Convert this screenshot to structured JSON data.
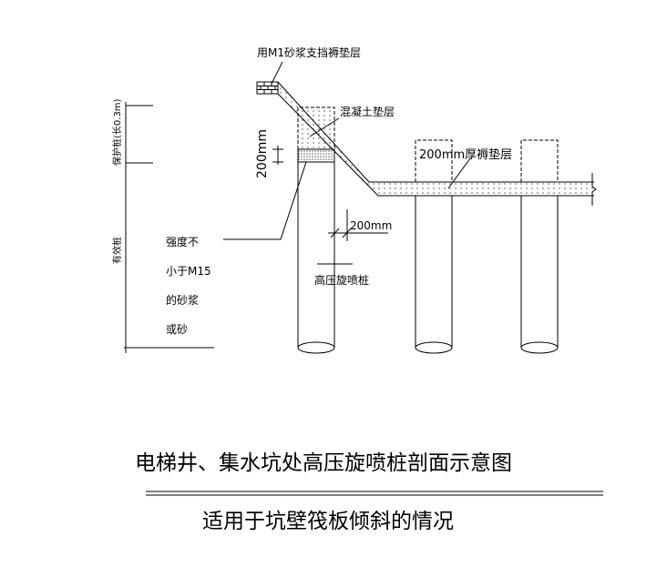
{
  "labels": {
    "brick_note": "用M1砂浆支挡褥垫层",
    "concrete_cushion": "混凝土垫层",
    "dim_200_vertical": "200mm",
    "cushion_layer": "200mm厚褥垫层",
    "dim_200_horizontal": "200mm",
    "jet_pile": "高压旋喷桩",
    "protect_pile": "保护桩(长0.3m)",
    "effective_pile": "有效桩",
    "mortar_note": [
      "强度不",
      "小于M15",
      "的砂浆",
      "或砂"
    ]
  },
  "title": "电梯井、集水坑处高压旋喷桩剖面示意图",
  "subtitle": "适用于坑壁筏板倾斜的情况"
}
